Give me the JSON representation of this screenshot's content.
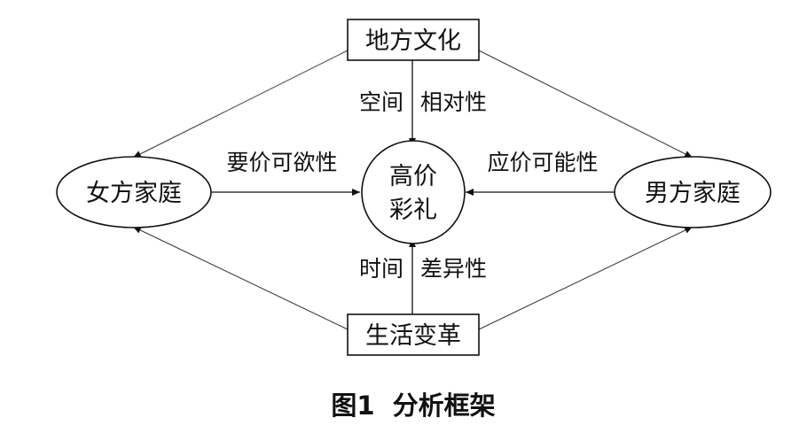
{
  "nodes": {
    "top": "地方文化",
    "bottom": "生活变革",
    "left": "女方家庭",
    "right": "男方家庭",
    "center_line1": "高价",
    "center_line2": "彩礼"
  },
  "edge_labels": {
    "top_left": "空间",
    "top_right": "相对性",
    "left": "要价可欲性",
    "right": "应价可能性",
    "bottom_left": "时间",
    "bottom_right": "差异性"
  },
  "caption": "图1  分析框架"
}
